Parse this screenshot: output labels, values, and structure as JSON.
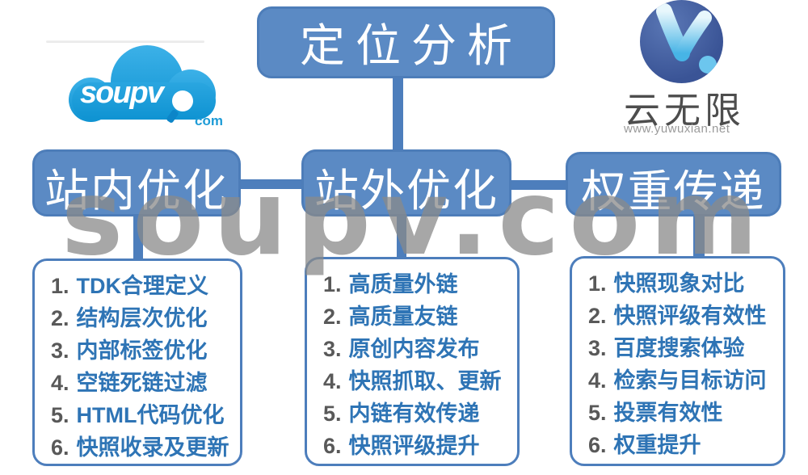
{
  "watermark": "soupv.com",
  "logo_left": {
    "text": "soupv",
    "suffix": "com"
  },
  "logo_right": {
    "brand": "云无限",
    "url": "www.yuwuxian.net"
  },
  "root": {
    "label": "定位分析"
  },
  "branches": [
    {
      "label": "站内优化",
      "items": [
        {
          "n": "1.",
          "t": "TDK合理定义"
        },
        {
          "n": "2.",
          "t": "结构层次优化"
        },
        {
          "n": "3.",
          "t": "内部标签优化"
        },
        {
          "n": "4.",
          "t": "空链死链过滤"
        },
        {
          "n": "5.",
          "t": "HTML代码优化"
        },
        {
          "n": "6.",
          "t": "快照收录及更新"
        }
      ]
    },
    {
      "label": "站外优化",
      "items": [
        {
          "n": "1.",
          "t": "高质量外链"
        },
        {
          "n": "2.",
          "t": "高质量友链"
        },
        {
          "n": "3.",
          "t": "原创内容发布"
        },
        {
          "n": "4.",
          "t": "快照抓取、更新"
        },
        {
          "n": "5.",
          "t": "内链有效传递"
        },
        {
          "n": "6.",
          "t": "快照评级提升"
        }
      ]
    },
    {
      "label": "权重传递",
      "items": [
        {
          "n": "1.",
          "t": "快照现象对比"
        },
        {
          "n": "2.",
          "t": "快照评级有效性"
        },
        {
          "n": "3.",
          "t": "百度搜索体验"
        },
        {
          "n": "4.",
          "t": "检索与目标访问"
        },
        {
          "n": "5.",
          "t": "投票有效性"
        },
        {
          "n": "6.",
          "t": "权重提升"
        }
      ]
    }
  ],
  "colors": {
    "node_fill_blue": "#5b8ac4",
    "node_border_blue": "#4d7db9",
    "connector_blue": "#4d7ebc",
    "list_text_blue": "#2e74b5",
    "list_number_gray": "#595959",
    "watermark_gray": "#8a8a8a",
    "cloud_logo_blue": "#0f93d2",
    "yun_circle_navy": "#3a5496"
  }
}
